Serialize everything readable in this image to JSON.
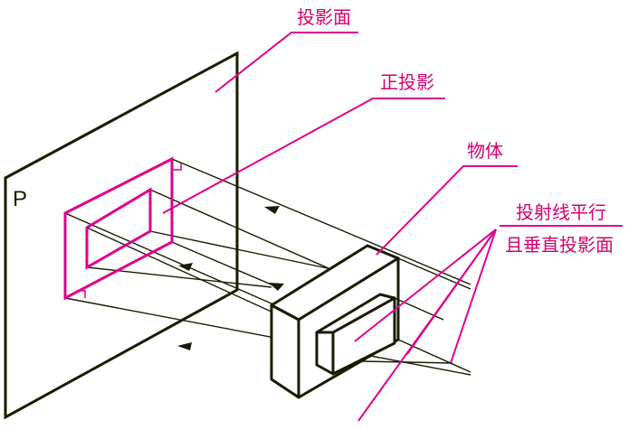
{
  "labels": {
    "projection_plane": "投影面",
    "orthographic_projection": "正投影",
    "object": "物体",
    "rays_line1": "投射线平行",
    "rays_line2": "且垂直投影面",
    "plane_letter": "P"
  },
  "colors": {
    "object_lines": "#1a1a00",
    "projection_lines": "#e0008c",
    "leader_lines": "#e0008c",
    "label_text": "#d4006e",
    "background": "#ffffff"
  }
}
